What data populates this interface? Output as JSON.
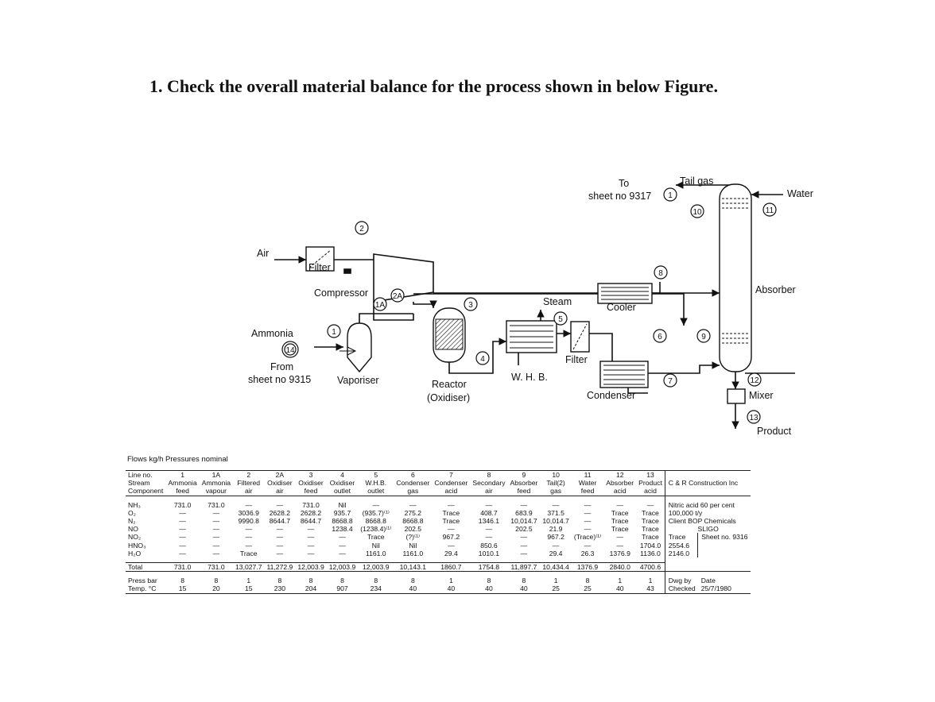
{
  "question": "1.  Check the overall material balance for the process shown in below Figure.",
  "diagram": {
    "labels": {
      "air": "Air",
      "filter": "Filter",
      "compressor": "Compressor",
      "ammonia": "Ammonia",
      "from": "From",
      "from_sheet": "sheet no 9315",
      "vaporiser": "Vaporiser",
      "reactor": "Reactor",
      "reactor_sub": "(Oxidiser)",
      "whb": "W. H. B.",
      "steam": "Steam",
      "filter2": "Filter",
      "cooler": "Cooler",
      "condenser": "Condenser",
      "to": "To",
      "to_sheet": "sheet no 9317",
      "tail_gas": "Tail gas",
      "water": "Water",
      "absorber": "Absorber",
      "mixer": "Mixer",
      "product": "Product"
    },
    "stream_numbers": [
      "1",
      "2",
      "1A",
      "2A",
      "3",
      "4",
      "5",
      "6",
      "7",
      "8",
      "9",
      "10",
      "11",
      "12",
      "13",
      "14",
      "1"
    ]
  },
  "table": {
    "caption": "Flows kg/h Pressures nominal",
    "header": {
      "line_no_label": "Line no.",
      "stream_label": "Stream",
      "component_label": "Component",
      "line_nos": [
        "1",
        "1A",
        "2",
        "2A",
        "3",
        "4",
        "5",
        "6",
        "7",
        "8",
        "9",
        "10",
        "11",
        "12",
        "13"
      ],
      "stream_top": [
        "Ammonia",
        "Ammonia",
        "Filtered",
        "Oxidiser",
        "Oxidiser",
        "Oxidiser",
        "W.H.B.",
        "Condenser",
        "Condenser",
        "Secondary",
        "Absorber",
        "Tail(2)",
        "Water",
        "Absorber",
        "Product"
      ],
      "stream_bottom": [
        "feed",
        "vapour",
        "air",
        "air",
        "feed",
        "outlet",
        "outlet",
        "gas",
        "acid",
        "air",
        "feed",
        "gas",
        "feed",
        "acid",
        "acid"
      ],
      "company": "C & R Construction Inc"
    },
    "rows": [
      {
        "c": "NH₃",
        "v": [
          "731.0",
          "731.0",
          "—",
          "—",
          "731.0",
          "Nil",
          "—",
          "—",
          "—",
          "—",
          "—",
          "—",
          "—",
          "—",
          "—"
        ]
      },
      {
        "c": "O₂",
        "v": [
          "—",
          "—",
          "3036.9",
          "2628.2",
          "2628.2",
          "935.7",
          "(935.7)⁽¹⁾",
          "275.2",
          "Trace",
          "408.7",
          "683.9",
          "371.5",
          "—",
          "Trace",
          "Trace"
        ]
      },
      {
        "c": "N₂",
        "v": [
          "—",
          "—",
          "9990.8",
          "8644.7",
          "8644.7",
          "8668.8",
          "8668.8",
          "8668.8",
          "Trace",
          "1346.1",
          "10,014.7",
          "10,014.7",
          "—",
          "Trace",
          "Trace"
        ]
      },
      {
        "c": "NO",
        "v": [
          "—",
          "—",
          "—",
          "—",
          "—",
          "1238.4",
          "(1238.4)⁽¹⁾",
          "202.5",
          "—",
          "—",
          "202.5",
          "21.9",
          "—",
          "Trace",
          "Trace"
        ]
      },
      {
        "c": "NO₂",
        "v": [
          "—",
          "—",
          "—",
          "—",
          "—",
          "—",
          "Trace",
          "(?)⁽¹⁾",
          "967.2",
          "—",
          "—",
          "967.2",
          "(Trace)⁽¹⁾",
          "—",
          "Trace"
        ]
      },
      {
        "c": "HNO₃",
        "v": [
          "—",
          "—",
          "—",
          "—",
          "—",
          "—",
          "Nil",
          "Nil",
          "—",
          "850.6",
          "—",
          "—",
          "—",
          "—",
          "1704.0"
        ]
      },
      {
        "c": "H₂O",
        "v": [
          "—",
          "—",
          "Trace",
          "—",
          "—",
          "—",
          "1161.0",
          "1161.0",
          "29.4",
          "1010.1",
          "—",
          "29.4",
          "26.3",
          "1376.9",
          "1136.0"
        ]
      }
    ],
    "info_lines": [
      "Nitric acid 60 per cent",
      "100,000 t/y",
      "Client BOP Chemicals",
      "SLIGO",
      "Trace",
      "2554.6",
      "2146.0"
    ],
    "sheet_no": "Sheet no. 9316",
    "total": {
      "label": "Total",
      "v": [
        "731.0",
        "731.0",
        "13,027.7",
        "11,272.9",
        "12,003.9",
        "12,003.9",
        "12,003.9",
        "10,143.1",
        "1860.7",
        "1754.8",
        "11,897.7",
        "10,434.4",
        "1376.9",
        "2840.0",
        "4700.6"
      ]
    },
    "press": {
      "label": "Press bar",
      "v": [
        "8",
        "8",
        "1",
        "8",
        "8",
        "8",
        "8",
        "8",
        "1",
        "8",
        "8",
        "1",
        "8",
        "1",
        "1"
      ]
    },
    "temp": {
      "label": "Temp. °C",
      "v": [
        "15",
        "20",
        "15",
        "230",
        "204",
        "907",
        "234",
        "40",
        "40",
        "40",
        "40",
        "25",
        "25",
        "40",
        "43"
      ]
    },
    "footer": {
      "dwg": "Dwg by",
      "date_label": "Date",
      "checked": "Checked",
      "date": "25/7/1980"
    }
  }
}
